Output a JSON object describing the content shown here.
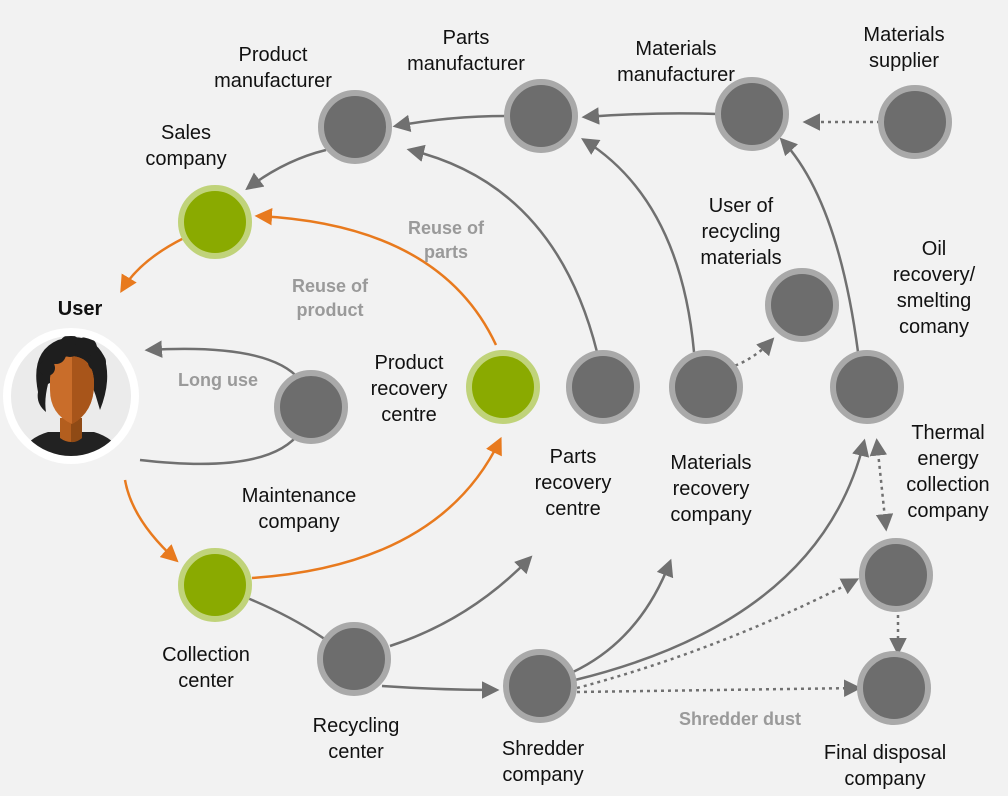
{
  "nodes": {
    "user": "User",
    "sales_company": "Sales\ncompany",
    "product_manufacturer": "Product\nmanufacturer",
    "parts_manufacturer": "Parts\nmanufacturer",
    "materials_manufacturer": "Materials\nmanufacturer",
    "materials_supplier": "Materials\nsupplier",
    "user_of_recycling_materials": "User of\nrecycling\nmaterials",
    "oil_recovery": "Oil\nrecovery/\nsmelting\ncomany",
    "product_recovery_centre": "Product\nrecovery\ncentre",
    "parts_recovery_centre": "Parts\nrecovery\ncentre",
    "materials_recovery_company": "Materials\nrecovery\ncompany",
    "thermal_energy": "Thermal\nenergy\ncollection\ncompany",
    "maintenance_company": "Maintenance\ncompany",
    "collection_center": "Collection\ncenter",
    "recycling_center": "Recycling\ncenter",
    "shredder_company": "Shredder\ncompany",
    "final_disposal": "Final disposal\ncompany"
  },
  "flows": {
    "reuse_of_parts": "Reuse of\nparts",
    "reuse_of_product": "Reuse of\nproduct",
    "long_use": "Long use",
    "shredder_dust": "Shredder dust"
  },
  "colors": {
    "node_gray": "#6d6d6d",
    "node_ring": "#a9a9a9",
    "node_green": "#8aaa00",
    "ring_green": "#c0d37a",
    "arrow_gray": "#707070",
    "arrow_orange": "#e87a1e"
  },
  "icons": {
    "user_avatar": "person-avatar-icon"
  }
}
